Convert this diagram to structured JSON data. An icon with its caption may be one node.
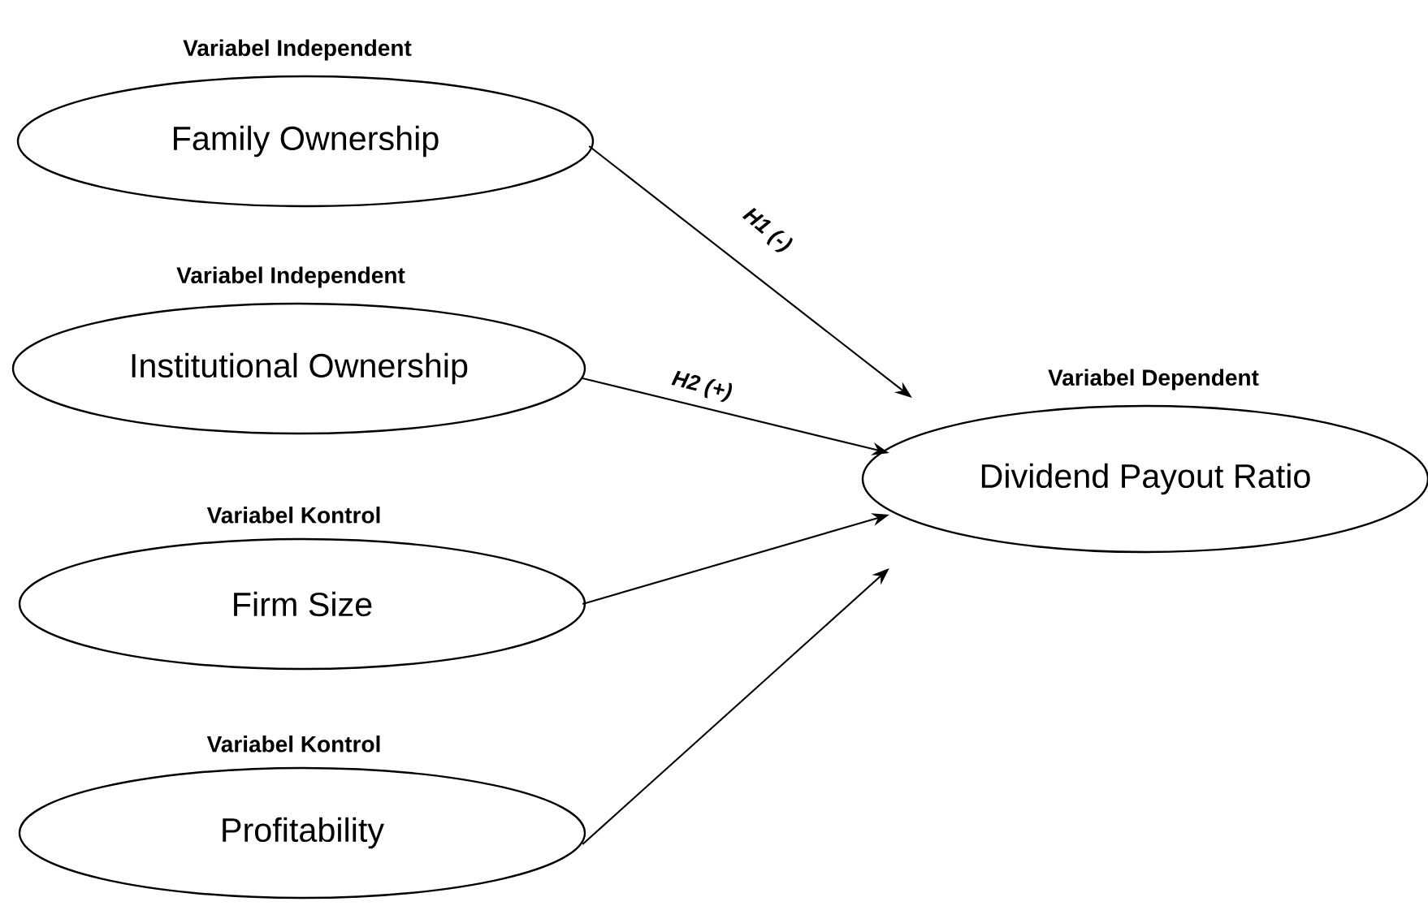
{
  "diagram": {
    "nodes": [
      {
        "text": [
          "Variabel Independent",
          "Family Ownership"
        ]
      },
      {
        "text": [
          "Variabel Independent",
          "Institutional Ownership"
        ]
      },
      {
        "text": [
          "Variabel Dependent",
          "Dividend Payout Ratio"
        ]
      },
      {
        "text": [
          "Variabel Kontrol",
          "Firm Size"
        ]
      },
      {
        "text": [
          "Variabel Kontrol",
          "Profitability"
        ]
      }
    ],
    "edges": [
      {
        "from": 0,
        "to": 2,
        "arrow": "to",
        "label": "H1 (-)"
      },
      {
        "from": 1,
        "to": 2,
        "arrow": "to",
        "label": "H2 (+)"
      },
      {
        "from": 3,
        "to": 2,
        "arrow": "to"
      },
      {
        "from": 4,
        "to": 2,
        "arrow": "to"
      }
    ]
  }
}
